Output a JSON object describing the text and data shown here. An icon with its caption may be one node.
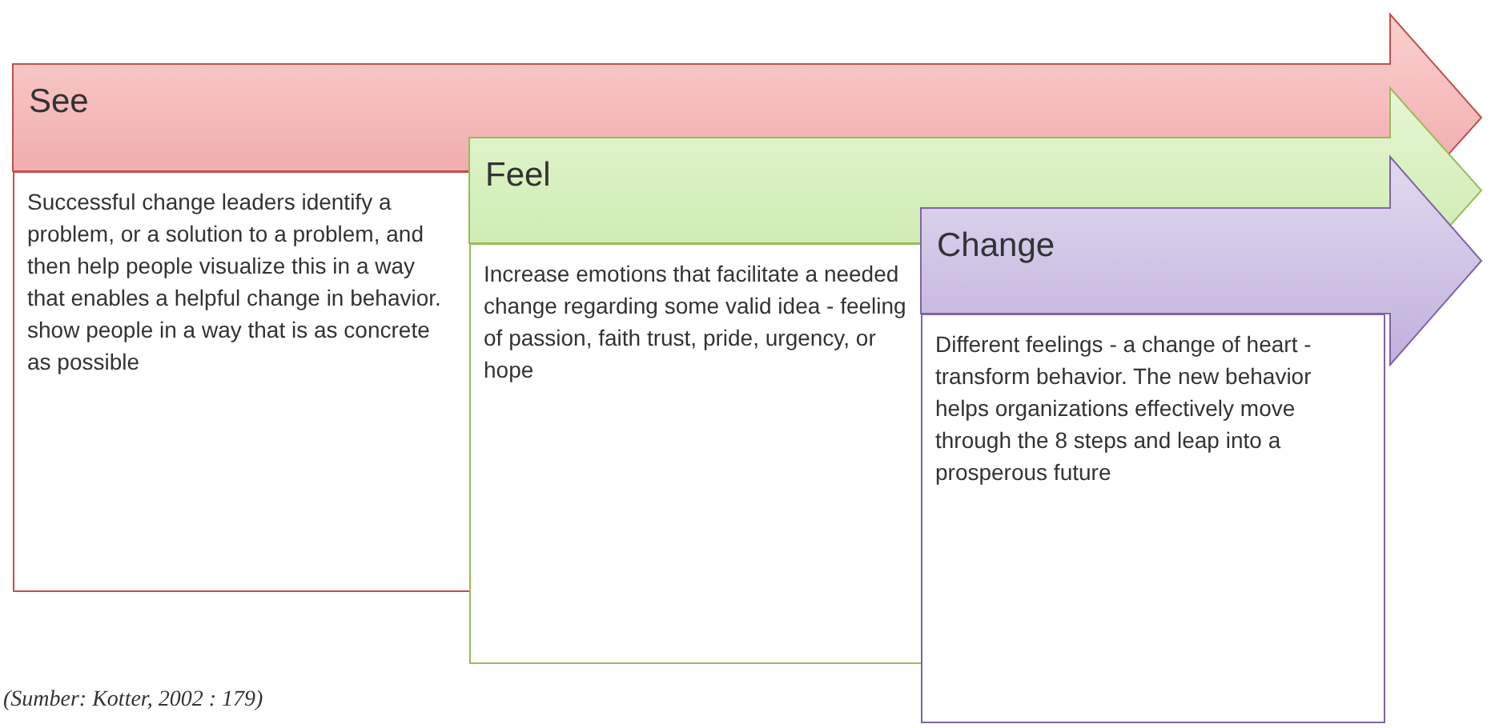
{
  "diagram": {
    "caption": "(Sumber: Kotter, 2002 : 179)",
    "nodes": [
      {
        "text": [
          "See"
        ]
      },
      {
        "text": [
          "Successful change leaders identify a problem, or a solution to a problem, and then help people visualize this in a way that enables a helpful change in behavior. show people in a way that is as concrete as possible"
        ]
      },
      {
        "text": [
          "Feel"
        ]
      },
      {
        "text": [
          "Increase emotions that facilitate a needed change regarding some valid idea - feeling of passion, faith trust, pride, urgency, or hope"
        ]
      },
      {
        "text": [
          "Change"
        ]
      },
      {
        "text": [
          "Different feelings - a change of heart - transform behavior. The new behavior helps organizations effectively move through the 8 steps and leap into a prosperous future"
        ]
      }
    ]
  }
}
